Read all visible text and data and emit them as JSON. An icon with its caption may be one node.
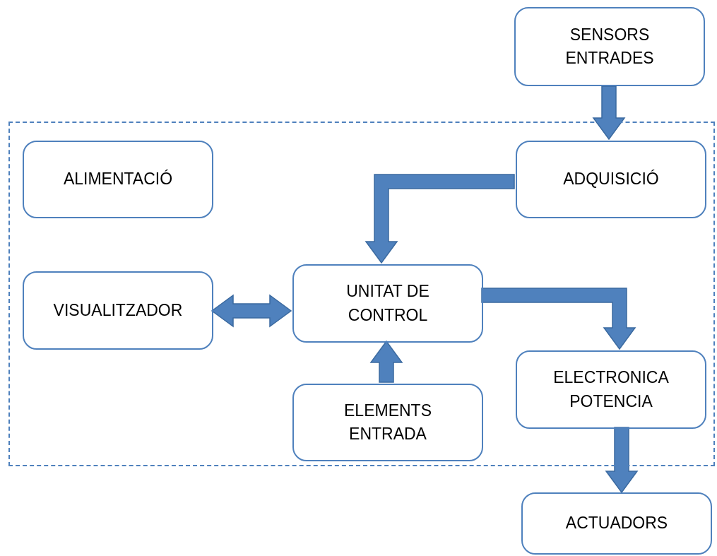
{
  "diagram": {
    "nodes": [
      {
        "text": [
          "SENSORS ENTRADES"
        ]
      },
      {
        "text": [],
        "shape": "box"
      },
      {
        "text": [
          "ALIMENTACIÓ"
        ],
        "in": 1
      },
      {
        "text": [
          "ADQUISICIÓ"
        ],
        "in": 1
      },
      {
        "text": [
          "VISUALITZADOR"
        ],
        "in": 1
      },
      {
        "text": [
          "UNITAT DE CONTROL"
        ],
        "in": 1
      },
      {
        "text": [
          "ELEMENTS ENTRADA"
        ],
        "in": 1
      },
      {
        "text": [
          "ELECTRONICA POTENCIA"
        ],
        "in": 1
      },
      {
        "text": [
          "ACTUADORS"
        ]
      }
    ],
    "edges": [
      {
        "from": 0,
        "to": 3,
        "arrow": "to"
      },
      {
        "from": 3,
        "to": 5,
        "arrow": "to"
      },
      {
        "from": 4,
        "to": 5,
        "arrow": "both"
      },
      {
        "from": 6,
        "to": 5,
        "arrow": "to"
      },
      {
        "from": 5,
        "to": 7,
        "arrow": "to"
      },
      {
        "from": 7,
        "to": 8,
        "arrow": "to"
      }
    ]
  }
}
